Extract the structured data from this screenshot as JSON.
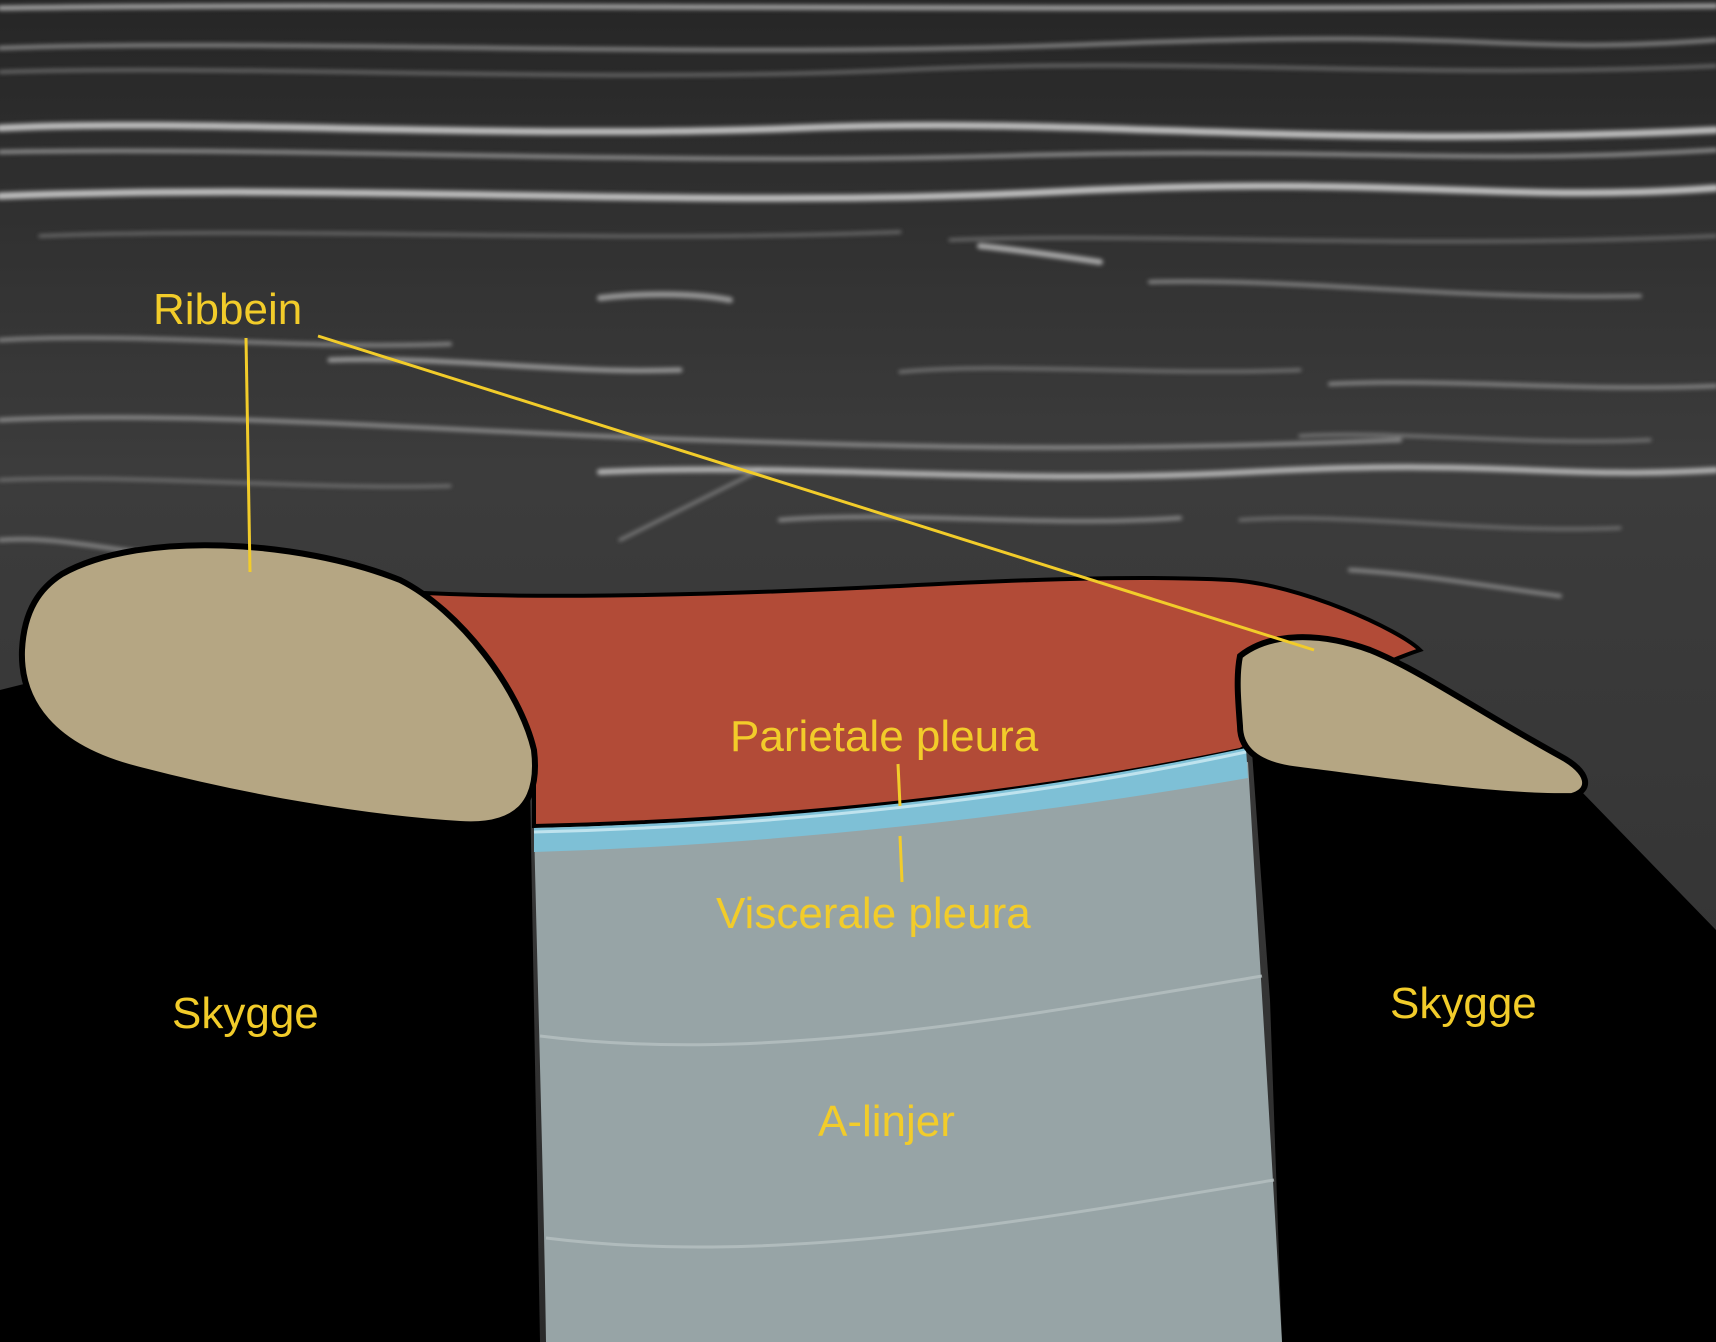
{
  "labels": {
    "ribbein": "Ribbein",
    "parietale_pleura": "Parietale pleura",
    "viscerale_pleura": "Viscerale pleura",
    "skygge_left": "Skygge",
    "skygge_right": "Skygge",
    "a_linjer": "A-linjer"
  },
  "colors": {
    "label": "#f2cc2a",
    "rib": "#b5a683",
    "parietal": "#b24b37",
    "visceral": "#7ec0d6",
    "lung": "#97a4a6",
    "shadow": "#000000",
    "tissue_bg": "#3a3a3a"
  }
}
